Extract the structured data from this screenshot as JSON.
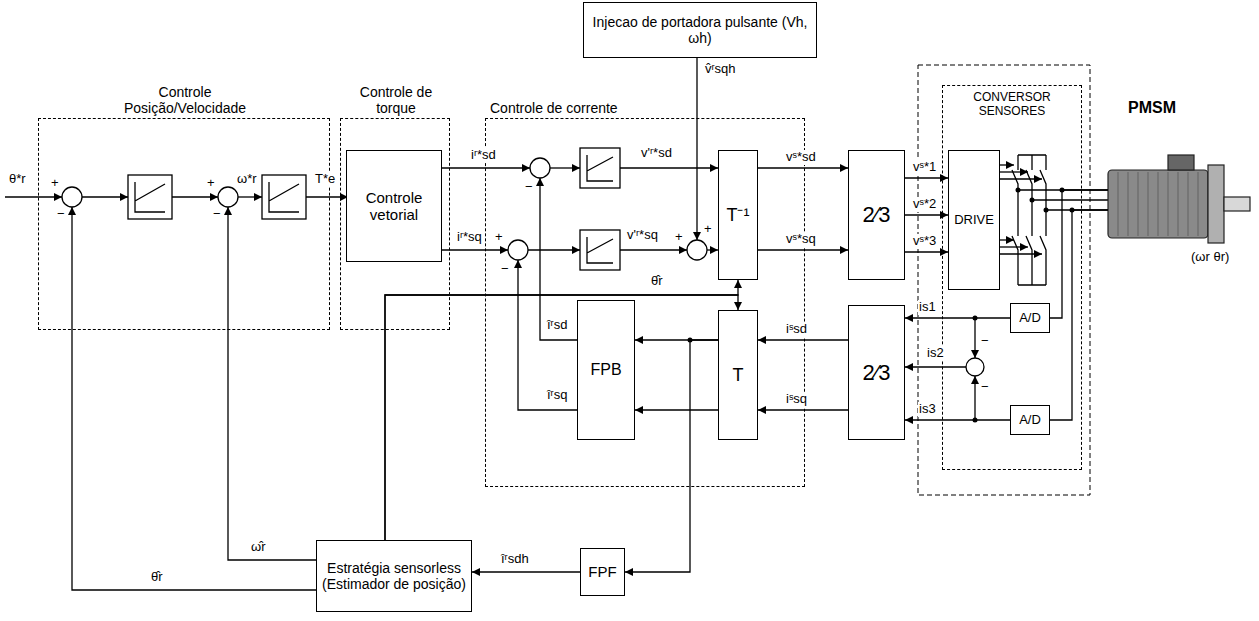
{
  "diagram": {
    "nodes": [
      {
        "text": [
          "Injecao de portadora pulsante (Vh, ωh)"
        ]
      },
      {
        "text": [
          "Controle Posição/Velocidade"
        ]
      },
      {
        "text": [
          "Controle de torque"
        ]
      },
      {
        "text": [
          "Controle vetorial"
        ],
        "in": 2
      },
      {
        "text": [
          "Controle de corrente"
        ]
      },
      {
        "text": [
          "T⁻¹"
        ],
        "in": 4
      },
      {
        "text": [
          "FPB"
        ],
        "in": 4
      },
      {
        "text": [
          "T"
        ],
        "in": 4
      },
      {
        "text": [
          "2⁄3"
        ]
      },
      {
        "text": [
          "2⁄3"
        ]
      },
      {
        "text": [
          "CONVERSOR SENSORES"
        ]
      },
      {
        "text": [
          "DRIVE"
        ],
        "in": 10
      },
      {
        "text": [
          "A/D"
        ],
        "in": 10
      },
      {
        "text": [
          "A/D"
        ],
        "in": 10
      },
      {
        "text": [
          "PMSM"
        ]
      },
      {
        "text": [
          "FPF"
        ]
      },
      {
        "text": [
          "Estratégia sensorless (Estimador de posição)"
        ]
      }
    ],
    "edges": [
      {
        "from": 5,
        "to": 8,
        "arrow": "to",
        "label": "vˢ*sd"
      },
      {
        "from": 5,
        "to": 8,
        "arrow": "to",
        "label": "vˢ*sq"
      },
      {
        "from": 8,
        "to": 11,
        "arrow": "to",
        "label": "vˢ*1"
      },
      {
        "from": 8,
        "to": 11,
        "arrow": "to",
        "label": "vˢ*2"
      },
      {
        "from": 8,
        "to": 11,
        "arrow": "to",
        "label": "vˢ*3"
      },
      {
        "from": 14,
        "to": 12,
        "arrow": "none"
      },
      {
        "from": 14,
        "to": 13,
        "arrow": "none"
      },
      {
        "from": 12,
        "to": 9,
        "arrow": "to",
        "label": "is1"
      },
      {
        "from": 13,
        "to": 9,
        "arrow": "to",
        "label": "is3"
      },
      {
        "from": 9,
        "to": 7,
        "arrow": "to",
        "label": "iˢsd"
      },
      {
        "from": 9,
        "to": 7,
        "arrow": "to",
        "label": "iˢsq"
      },
      {
        "from": 7,
        "to": 6,
        "arrow": "to"
      },
      {
        "from": 7,
        "to": 6,
        "arrow": "to"
      },
      {
        "from": 7,
        "to": 15,
        "arrow": "to"
      },
      {
        "from": 15,
        "to": 16,
        "arrow": "to",
        "label": "îʳsdh"
      },
      {
        "from": 16,
        "to": 5,
        "arrow": "to",
        "label": "θ̂r"
      },
      {
        "from": 16,
        "to": 7,
        "arrow": "to"
      }
    ],
    "labels": [
      "θ*r",
      "+",
      "−",
      "ω*r",
      "+",
      "−",
      "T*e",
      "iʳ*sd",
      "−",
      "iʳ*sq",
      "+",
      "−",
      "v'ʳ*sd",
      "v'ʳ*sq",
      "+",
      "+",
      "v̂ʳsqh",
      "îʳsd",
      "îʳsq",
      "is2",
      "−",
      "−",
      "θ̂r",
      "ω̂r",
      "(ωr θr)"
    ]
  }
}
